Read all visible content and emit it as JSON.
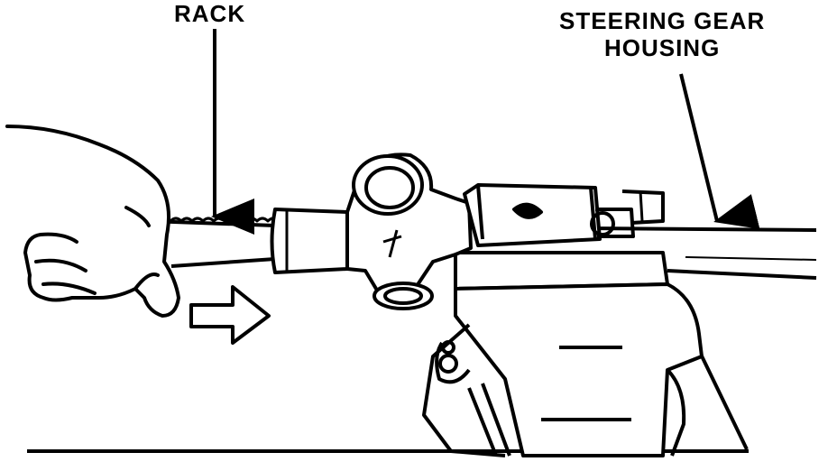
{
  "labels": {
    "rack": "RACK",
    "housing_line1": "STEERING GEAR",
    "housing_line2": "HOUSING"
  },
  "colors": {
    "ink": "#000000",
    "paper": "#ffffff"
  },
  "icons": [
    "hand-icon",
    "direction-arrow-icon",
    "bench-vise-icon"
  ]
}
